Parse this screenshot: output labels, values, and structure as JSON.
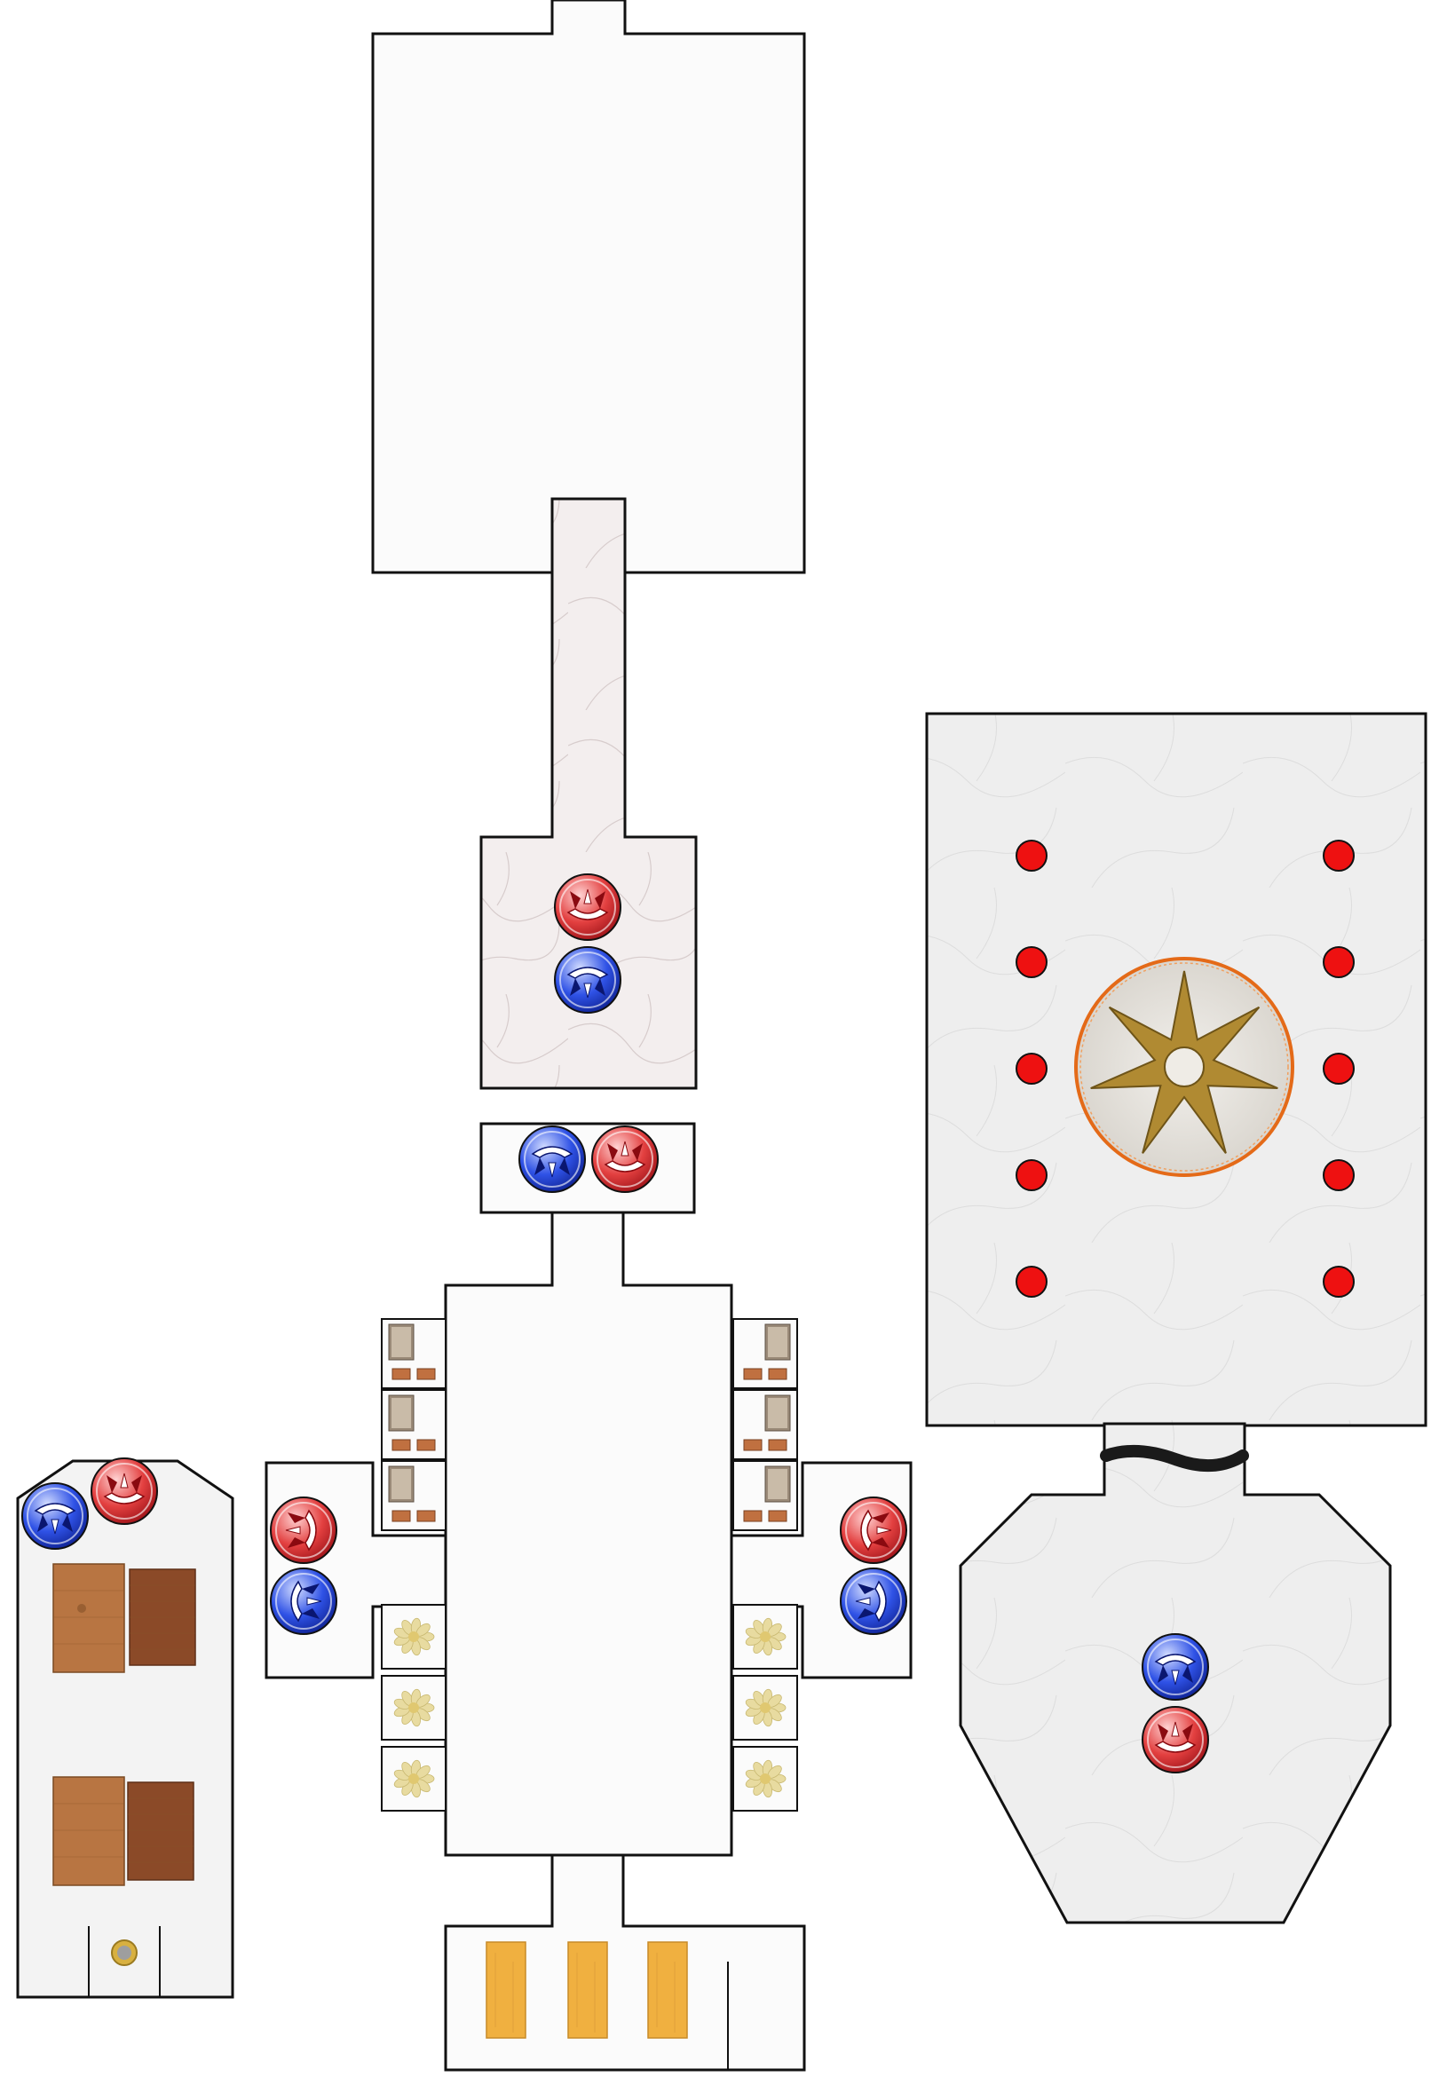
{
  "map": {
    "title": "",
    "colors": {
      "floor_light": "#fbfbfb",
      "floor_grey": "#eeeeee",
      "floor_marble": "#f3eeee",
      "wall": "#111111",
      "token_red": "#d8242c",
      "token_blue": "#1b3fd6",
      "pillar_red": "#ee1111",
      "circle_orange": "#e46a18",
      "star_gold": "#b08a32",
      "wood_light": "#b87542",
      "wood_dark": "#8b4a28",
      "table_yellow": "#f0b040",
      "bed_grey": "#9a8a78",
      "plant_yellow": "#e8dba0",
      "coin_gold": "#d8b040"
    },
    "icons": {
      "token": "shuriken-token-icon",
      "pillar": "pillar-dot-icon",
      "sigil": "seven-point-star-sigil-icon",
      "coin": "coin-icon"
    },
    "rooms": [
      "north-hall",
      "north-corridor",
      "marble-antechamber",
      "gate-landing",
      "central-hall",
      "west-wing",
      "east-wing",
      "south-vestibule",
      "western-storehouse",
      "shrine-hall",
      "octagonal-chamber"
    ],
    "tokens": [
      {
        "room": "marble-antechamber",
        "team": "red",
        "facing": "south"
      },
      {
        "room": "marble-antechamber",
        "team": "blue",
        "facing": "north"
      },
      {
        "room": "gate-landing",
        "team": "blue",
        "facing": "north"
      },
      {
        "room": "gate-landing",
        "team": "red",
        "facing": "south"
      },
      {
        "room": "west-wing",
        "team": "red",
        "facing": "east"
      },
      {
        "room": "west-wing",
        "team": "blue",
        "facing": "west"
      },
      {
        "room": "east-wing",
        "team": "red",
        "facing": "west"
      },
      {
        "room": "east-wing",
        "team": "blue",
        "facing": "east"
      },
      {
        "room": "western-storehouse",
        "team": "blue",
        "facing": "north"
      },
      {
        "room": "western-storehouse",
        "team": "red",
        "facing": "south"
      },
      {
        "room": "octagonal-chamber",
        "team": "blue",
        "facing": "north"
      },
      {
        "room": "octagonal-chamber",
        "team": "red",
        "facing": "south"
      }
    ],
    "pillar_count": 10,
    "bed_cells_per_side": 3,
    "plant_cells_per_side": 3,
    "tables": 3
  }
}
